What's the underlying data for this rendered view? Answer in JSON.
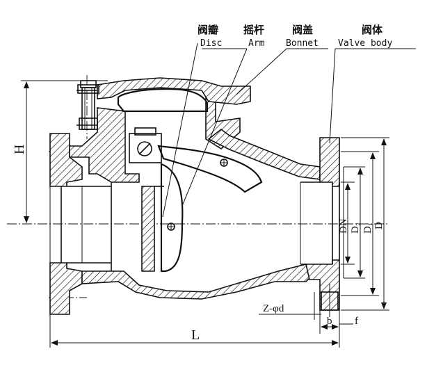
{
  "labels": {
    "disc": {
      "cn": "阀瓣",
      "en": "Disc"
    },
    "arm": {
      "cn": "摇杆",
      "en": "Arm"
    },
    "bonnet": {
      "cn": "阀盖",
      "en": "Bonnet"
    },
    "body": {
      "cn": "阀体",
      "en": "Valve body"
    }
  },
  "dimensions": {
    "height": "H",
    "length": "L",
    "nominal_dia": "DN",
    "d2": "D₂",
    "d1": "D₁",
    "d": "D",
    "bolt_holes": "Z-φd",
    "flange_thk": "b",
    "raised_face": "f"
  }
}
